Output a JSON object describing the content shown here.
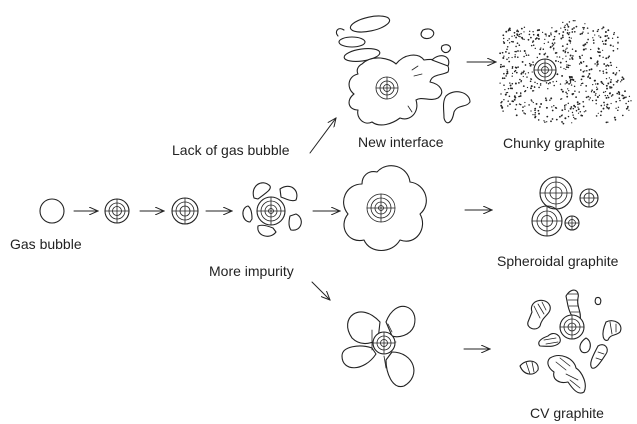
{
  "labels": {
    "gas_bubble": "Gas bubble",
    "lack_of_gas_bubble": "Lack of gas bubble",
    "new_interface": "New interface",
    "chunky_graphite": "Chunky graphite",
    "spheroidal_graphite": "Spheroidal graphite",
    "more_impurity": "More impurity",
    "cv_graphite": "CV graphite"
  }
}
